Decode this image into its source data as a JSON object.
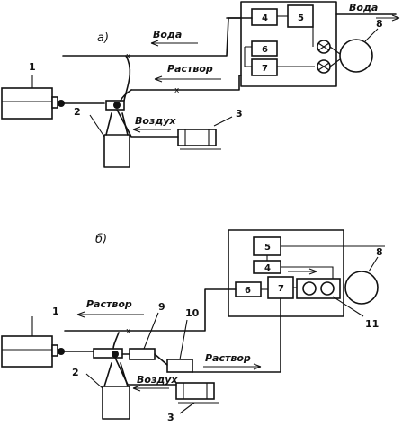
{
  "diagram_a": {
    "label": "а)",
    "flow_water_1": "Вода",
    "flow_water_2": "Вода",
    "flow_solution": "Раствор",
    "flow_air": "Воздух",
    "part_1": "1",
    "part_2": "2",
    "part_3": "3",
    "box_4": "4",
    "box_5": "5",
    "box_6": "6",
    "box_7": "7",
    "part_8": "8"
  },
  "diagram_b": {
    "label": "б)",
    "flow_solution_1": "Раствор",
    "flow_solution_2": "Раствор",
    "flow_air": "Воздух",
    "part_1": "1",
    "part_2": "2",
    "part_3": "3",
    "box_4": "4",
    "box_5": "5",
    "box_6": "6",
    "box_7": "7",
    "part_8": "8",
    "part_9": "9",
    "part_10": "10",
    "part_11": "11"
  }
}
